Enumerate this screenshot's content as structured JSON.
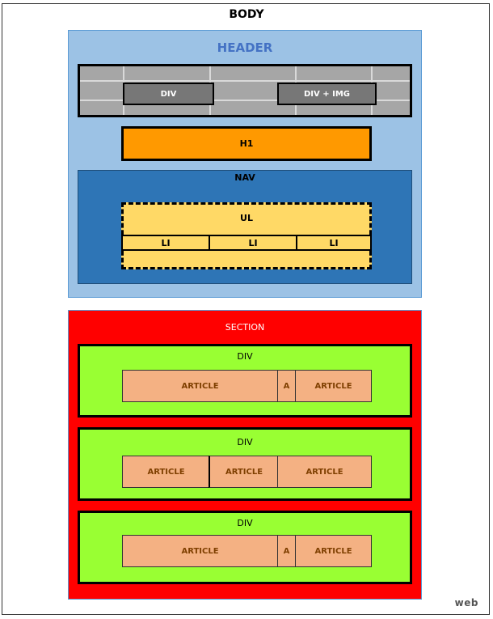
{
  "body_label": "BODY",
  "header": {
    "title": "HEADER",
    "topbar": {
      "div_label": "DIV",
      "div_img_label": "DIV + IMG"
    },
    "h1_label": "H1",
    "nav": {
      "title": "NAV",
      "ul_label": "UL",
      "items": [
        "LI",
        "LI",
        "LI"
      ]
    }
  },
  "section": {
    "title": "SECTION",
    "divs": [
      {
        "title": "DIV",
        "cells": [
          "ARTICLE",
          "A",
          "ARTICLE"
        ]
      },
      {
        "title": "DIV",
        "cells": [
          "ARTICLE",
          "ARTICLE",
          "ARTICLE"
        ]
      },
      {
        "title": "DIV",
        "cells": [
          "ARTICLE",
          "A",
          "ARTICLE"
        ]
      }
    ]
  },
  "footer_logo": "web",
  "colors": {
    "header_bg": "#9cc2e5",
    "header_title": "#4472c4",
    "h1_bg": "#ff9900",
    "nav_bg": "#2e75b6",
    "ul_bg": "#ffd966",
    "section_bg": "#ff0000",
    "div_bg": "#99ff33",
    "article_bg": "#f4b183"
  }
}
